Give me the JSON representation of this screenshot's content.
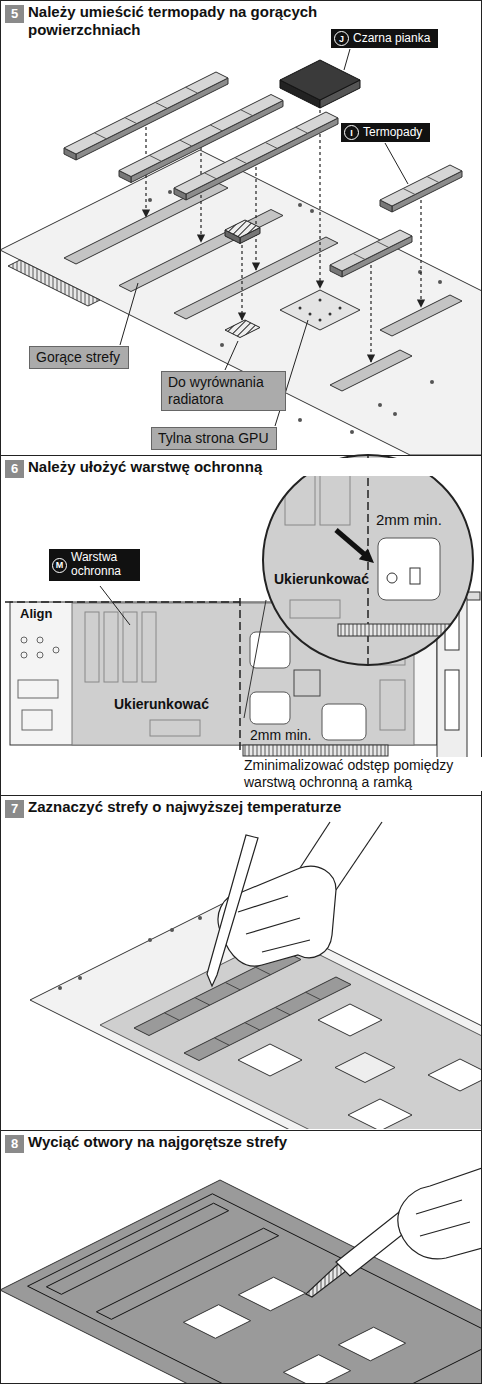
{
  "diagram": {
    "nodes": [
      {
        "text": [
          "Należy umieścić termopady na gorących powierzchniach"
        ]
      },
      {
        "text": [
          "5"
        ],
        "in": 0
      },
      {
        "text": [
          "J",
          "Czarna pianka"
        ],
        "in": 0
      },
      {
        "text": [
          "I",
          "Termopady"
        ],
        "in": 0
      },
      {
        "text": [
          "Gorące strefy"
        ],
        "in": 0
      },
      {
        "text": [
          "Do wyrównania radiatora"
        ],
        "in": 0
      },
      {
        "text": [
          "Tylna strona GPU"
        ],
        "in": 0
      },
      {
        "text": [
          "Należy ułożyć warstwę ochronną"
        ]
      },
      {
        "text": [
          "6"
        ],
        "in": 7
      },
      {
        "text": [
          "M",
          "Warstwa ochronna"
        ],
        "in": 7
      },
      {
        "text": [
          "Zaznaczyć strefy o najwyższej temperaturze"
        ]
      },
      {
        "text": [
          "7"
        ],
        "in": 10
      },
      {
        "text": [
          "Wyciąć otwory na najgorętsze strefy"
        ]
      },
      {
        "text": [
          "8"
        ],
        "in": 12
      }
    ],
    "labels": [
      "2mm min.",
      "Ukierunkować",
      "Align",
      "Ukierunkować",
      "2mm min.",
      "Zminimalizować odstęp pomiędzy warstwą ochronną a ramką"
    ]
  }
}
